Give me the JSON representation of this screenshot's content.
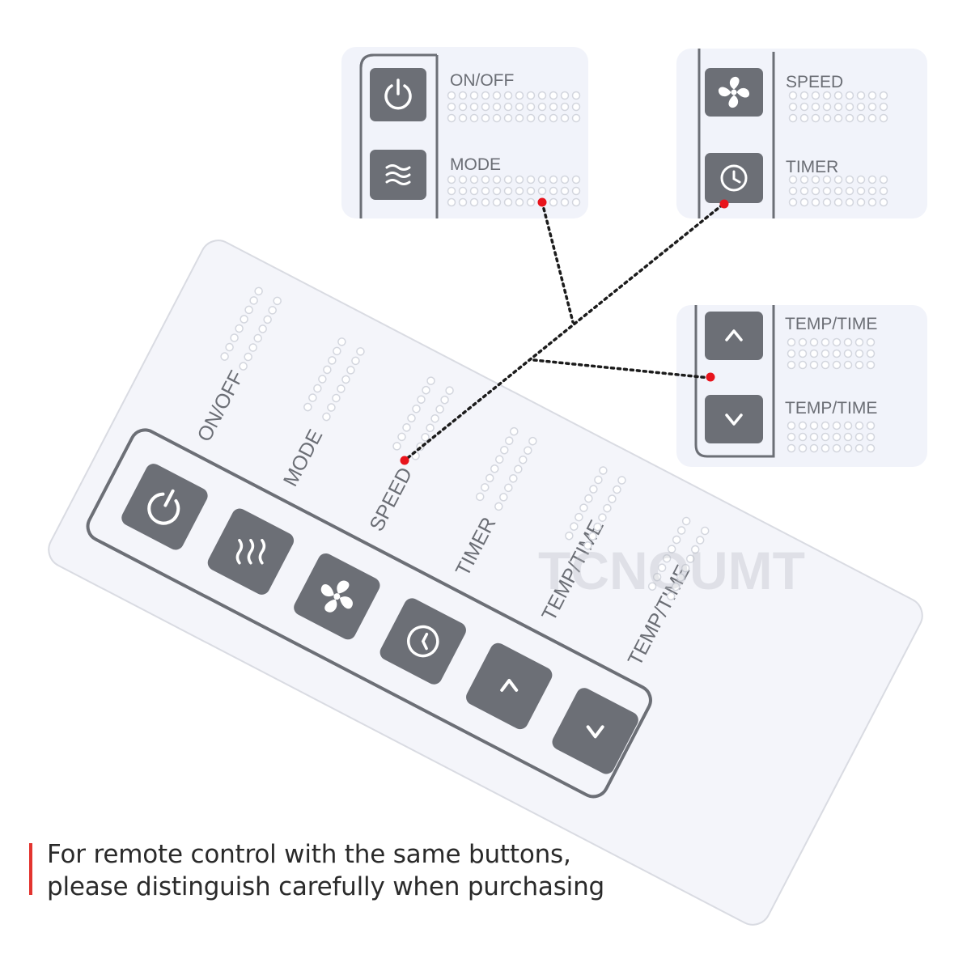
{
  "labels": {
    "on_off": "ON/OFF",
    "mode": "MODE",
    "speed": "SPEED",
    "timer": "TIMER",
    "temp_time": "TEMP/TIME"
  },
  "watermark": "TCNOUMT",
  "note": {
    "line1": "For remote control with the same buttons,",
    "line2": "please distinguish carefully when purchasing"
  },
  "icons": [
    "power-icon",
    "mode-waves-icon",
    "fan-icon",
    "clock-icon",
    "chevron-up-icon",
    "chevron-down-icon"
  ],
  "colors": {
    "button": "#6c6f76",
    "label": "#6b6e75",
    "panel": "#f1f3fa",
    "accent_dot": "#e8141c",
    "note_bar": "#e3342f"
  }
}
